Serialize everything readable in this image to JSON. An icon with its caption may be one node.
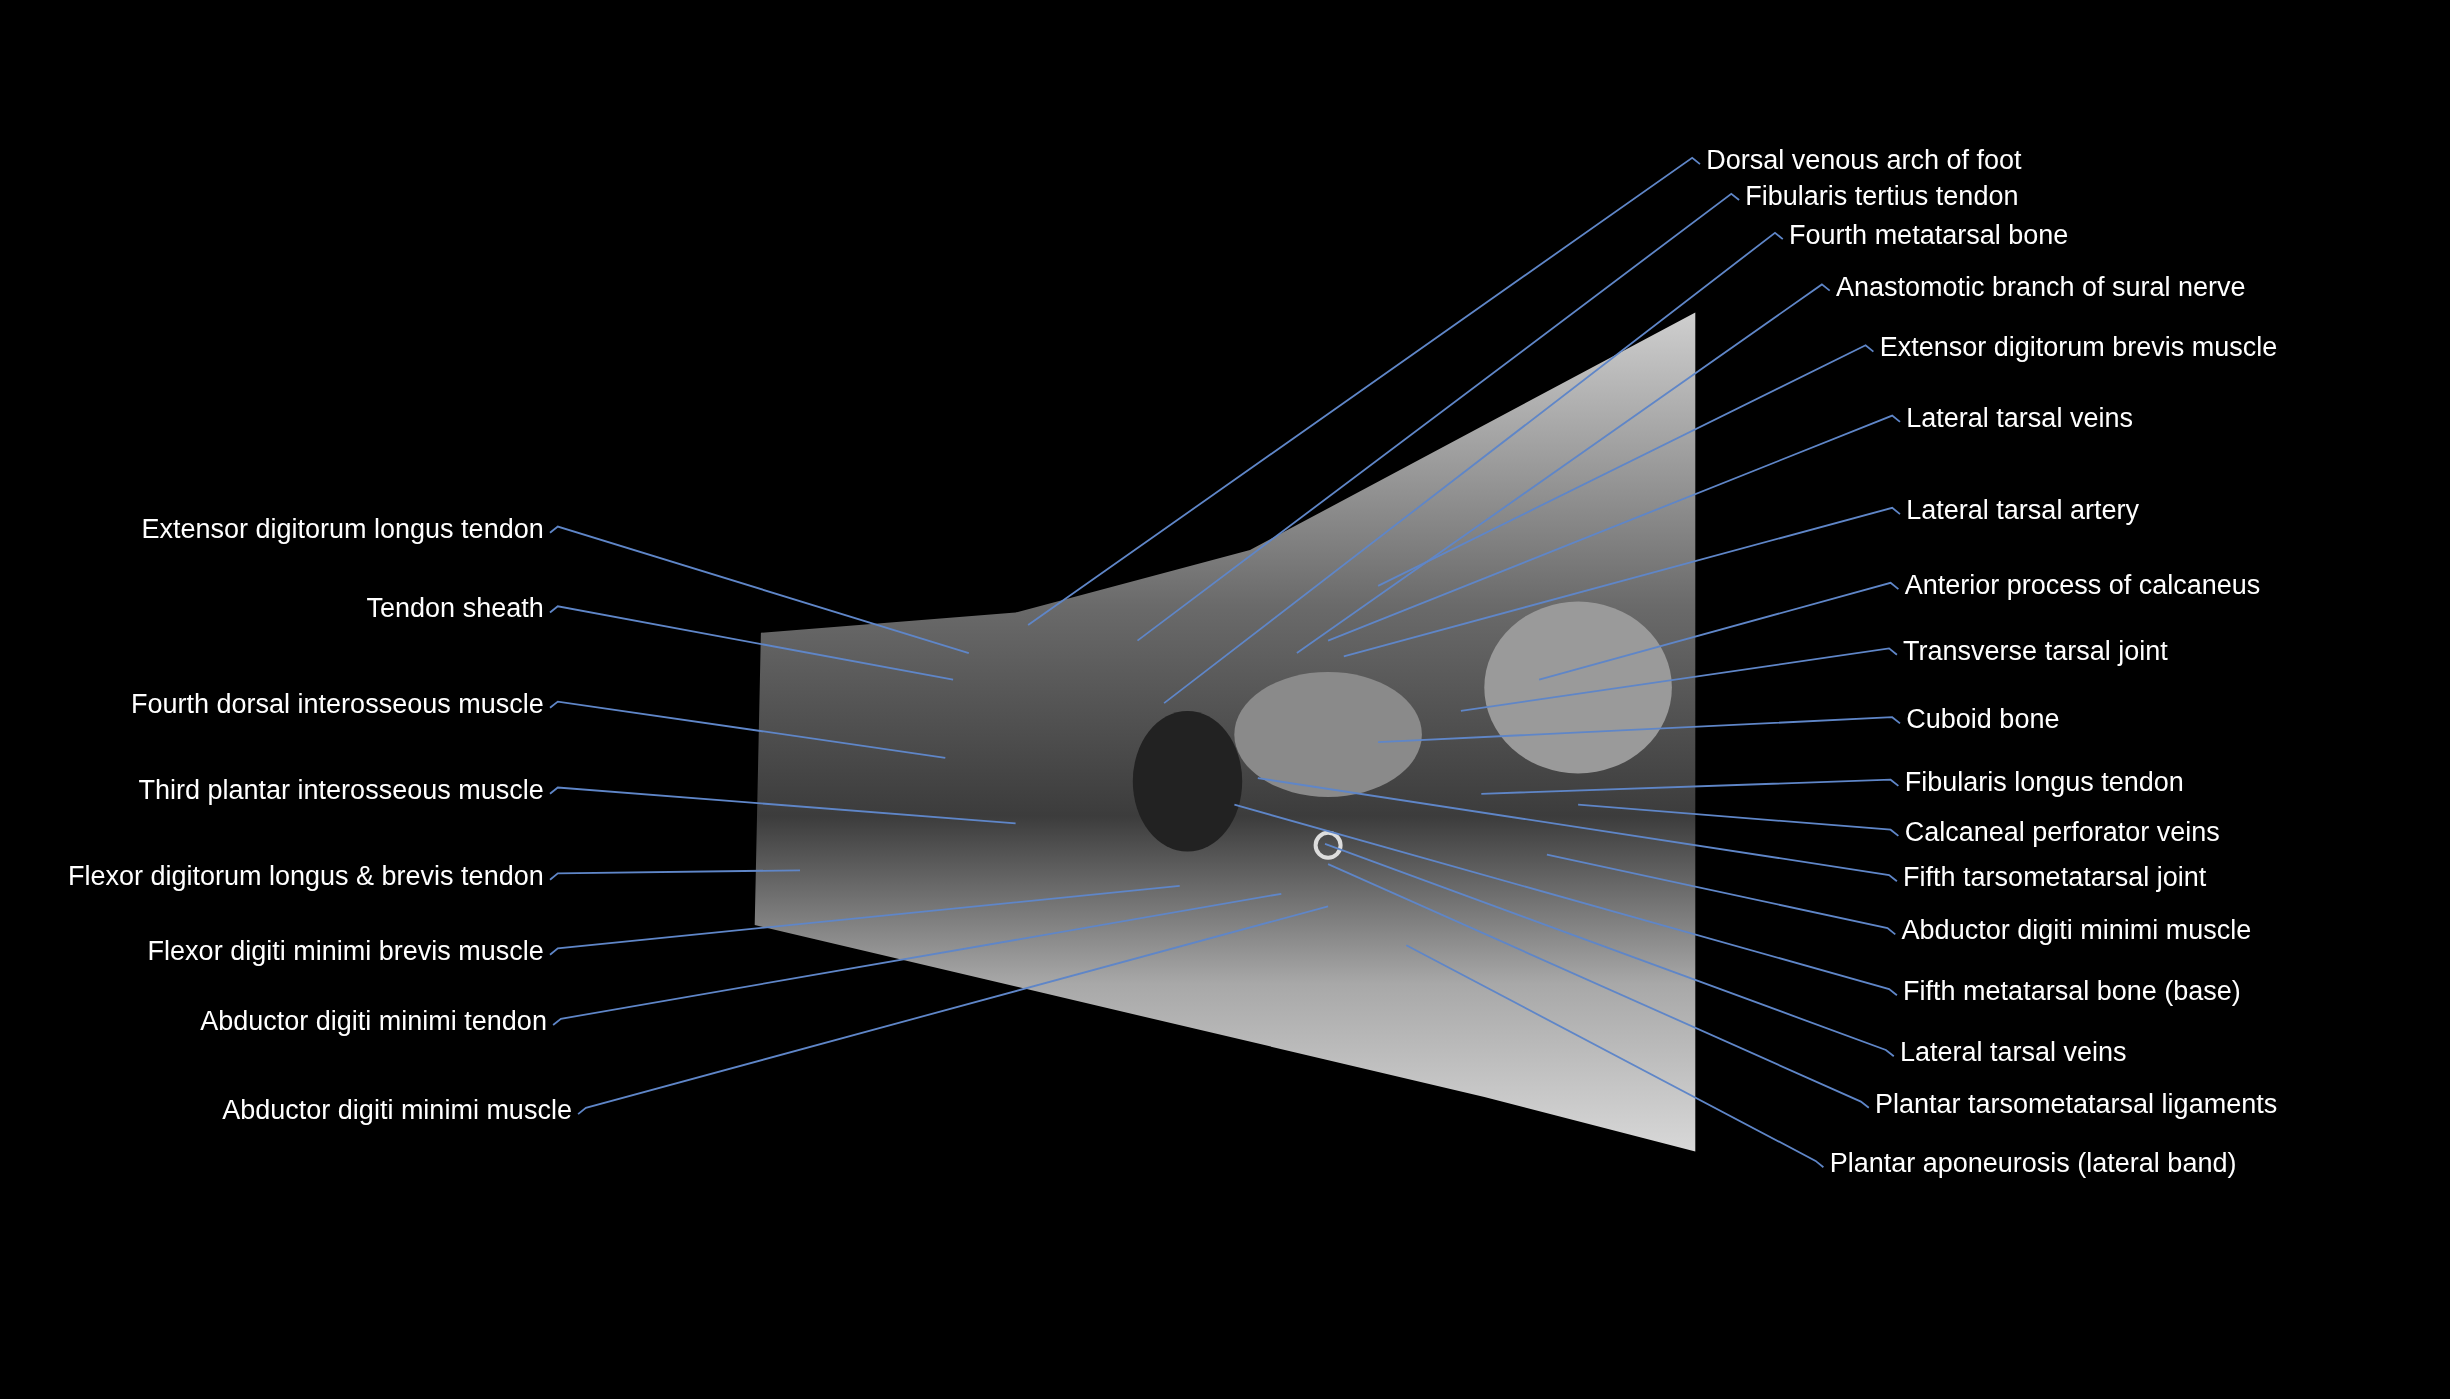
{
  "diagram": {
    "nodes": [
      {
        "text": [
          "Extensor digitorum longus tendon"
        ]
      },
      {
        "text": [
          "Tendon sheath"
        ]
      },
      {
        "text": [
          "Fourth dorsal interosseous muscle"
        ]
      },
      {
        "text": [
          "Third plantar interosseous muscle"
        ]
      },
      {
        "text": [
          "Flexor digitorum longus & brevis tendon"
        ]
      },
      {
        "text": [
          "Flexor digiti minimi brevis muscle"
        ]
      },
      {
        "text": [
          "Abductor digiti minimi tendon"
        ]
      },
      {
        "text": [
          "Abductor digiti minimi muscle"
        ]
      },
      {
        "text": [
          "Dorsal venous arch of foot"
        ]
      },
      {
        "text": [
          "Fibularis tertius tendon"
        ]
      },
      {
        "text": [
          "Fourth metatarsal bone"
        ]
      },
      {
        "text": [
          "Anastomotic branch of sural nerve"
        ]
      },
      {
        "text": [
          "Extensor digitorum brevis muscle"
        ]
      },
      {
        "text": [
          "Lateral tarsal veins"
        ]
      },
      {
        "text": [
          "Lateral tarsal artery"
        ]
      },
      {
        "text": [
          "Anterior process of calcaneus"
        ]
      },
      {
        "text": [
          "Transverse tarsal joint"
        ]
      },
      {
        "text": [
          "Cuboid bone"
        ]
      },
      {
        "text": [
          "Fibularis longus tendon"
        ]
      },
      {
        "text": [
          "Calcaneal perforator veins"
        ]
      },
      {
        "text": [
          "Fifth tarsometatarsal joint"
        ]
      },
      {
        "text": [
          "Abductor digiti minimi muscle"
        ]
      },
      {
        "text": [
          "Fifth metatarsal bone (base)"
        ]
      },
      {
        "text": [
          "Lateral tarsal veins"
        ]
      },
      {
        "text": [
          "Plantar tarsometatarsal ligaments"
        ]
      },
      {
        "text": [
          "Plantar aponeurosis (lateral band)"
        ]
      }
    ],
    "edges": [
      {
        "from": 0,
        "to": null,
        "arrow": "none"
      },
      {
        "from": 1,
        "to": null,
        "arrow": "none"
      },
      {
        "from": 2,
        "to": null,
        "arrow": "none"
      },
      {
        "from": 3,
        "to": null,
        "arrow": "none"
      },
      {
        "from": 4,
        "to": null,
        "arrow": "none"
      },
      {
        "from": 5,
        "to": null,
        "arrow": "none"
      },
      {
        "from": 6,
        "to": null,
        "arrow": "none"
      },
      {
        "from": 7,
        "to": null,
        "arrow": "none"
      },
      {
        "from": 8,
        "to": null,
        "arrow": "none"
      },
      {
        "from": 9,
        "to": null,
        "arrow": "none"
      },
      {
        "from": 10,
        "to": null,
        "arrow": "none"
      },
      {
        "from": 11,
        "to": null,
        "arrow": "none"
      },
      {
        "from": 12,
        "to": null,
        "arrow": "none"
      },
      {
        "from": 13,
        "to": null,
        "arrow": "none"
      },
      {
        "from": 14,
        "to": null,
        "arrow": "none"
      },
      {
        "from": 15,
        "to": null,
        "arrow": "none"
      },
      {
        "from": 16,
        "to": null,
        "arrow": "none"
      },
      {
        "from": 17,
        "to": null,
        "arrow": "none"
      },
      {
        "from": 18,
        "to": null,
        "arrow": "none"
      },
      {
        "from": 19,
        "to": null,
        "arrow": "none"
      },
      {
        "from": 20,
        "to": null,
        "arrow": "none"
      },
      {
        "from": 21,
        "to": null,
        "arrow": "none"
      },
      {
        "from": 22,
        "to": null,
        "arrow": "none"
      },
      {
        "from": 23,
        "to": null,
        "arrow": "none"
      },
      {
        "from": 24,
        "to": null,
        "arrow": "none"
      },
      {
        "from": 25,
        "to": null,
        "arrow": "none"
      }
    ]
  }
}
